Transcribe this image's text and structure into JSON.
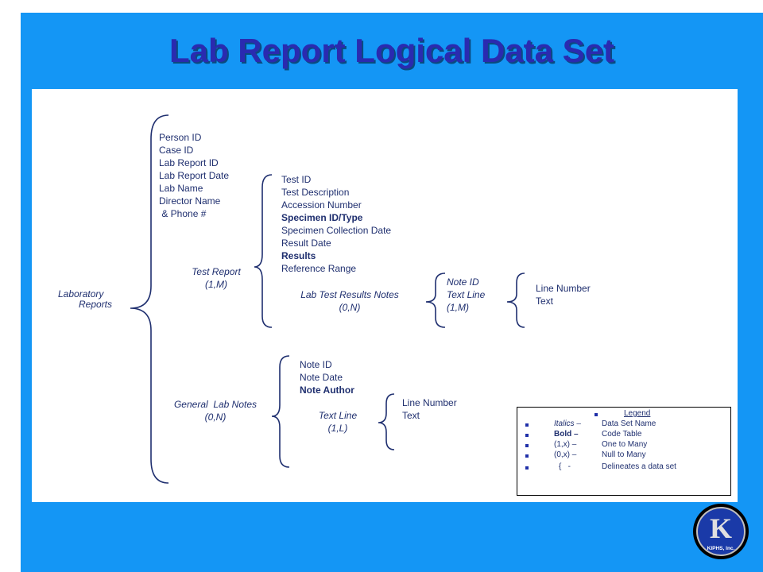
{
  "title": "Lab Report Logical Data Set",
  "root": {
    "line1": "Laboratory",
    "line2": "Reports"
  },
  "report_fields": [
    "Person ID",
    "Case ID",
    "Lab Report ID",
    "Lab Report Date",
    "Lab Name",
    "Director Name",
    " & Phone #"
  ],
  "test_report": {
    "name": "Test Report",
    "cardinality": "(1,M)"
  },
  "test_fields": [
    {
      "text": "Test ID",
      "bold": false
    },
    {
      "text": "Test Description",
      "bold": false
    },
    {
      "text": "Accession Number",
      "bold": false
    },
    {
      "text": "Specimen ID/Type",
      "bold": true
    },
    {
      "text": "Specimen Collection Date",
      "bold": false
    },
    {
      "text": "Result Date",
      "bold": false
    },
    {
      "text": "Results",
      "bold": true
    },
    {
      "text": "Reference Range",
      "bold": false
    }
  ],
  "lab_test_notes": {
    "name": "Lab Test Results Notes",
    "cardinality": "(0,N)"
  },
  "note_set": {
    "note_id": "Note ID",
    "text_line": "Text Line",
    "cardinality": "(1,M)"
  },
  "line_set_1": {
    "line_number": "Line Number",
    "text": "Text"
  },
  "general_notes": {
    "name": "General  Lab Notes",
    "cardinality": "(0,N)"
  },
  "general_fields": [
    {
      "text": "Note ID",
      "bold": false
    },
    {
      "text": "Note Date",
      "bold": false
    },
    {
      "text": "Note Author",
      "bold": true
    }
  ],
  "general_text_line": {
    "name": "Text Line",
    "cardinality": "(1,L)"
  },
  "line_set_2": {
    "line_number": "Line Number",
    "text": "Text"
  },
  "legend": {
    "title": "Legend",
    "rows": [
      {
        "key": "Italics –",
        "value": "Data Set Name"
      },
      {
        "key": "Bold –",
        "value": "Code Table"
      },
      {
        "key": "(1,x) –",
        "value": "One to Many"
      },
      {
        "key": "(0,x) –",
        "value": "Null to Many"
      },
      {
        "key": "{   -",
        "value": "Delineates a data set"
      }
    ]
  },
  "logo": {
    "letter": "K",
    "company": "KIPHS, Inc."
  },
  "colors": {
    "background": "#1496f5",
    "title": "#2a2ab0",
    "text": "#1f2f6f",
    "panel": "#ffffff"
  }
}
